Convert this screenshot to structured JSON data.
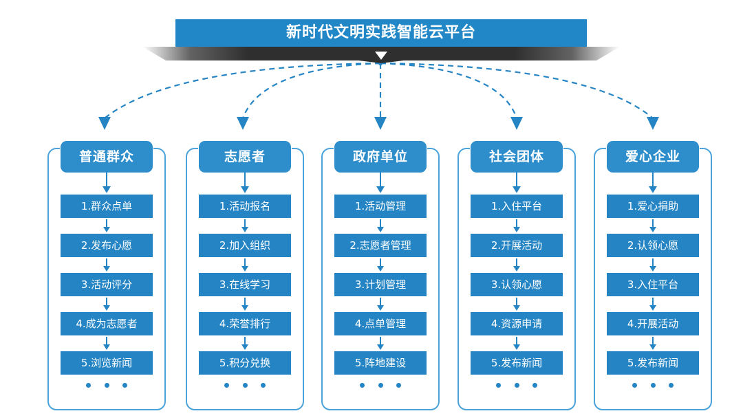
{
  "banner": {
    "title": "新时代文明实践智能云平台"
  },
  "colors": {
    "banner_blue": "#2287c6",
    "header_blue": "#2e8ecb",
    "step_blue": "#2585c4",
    "frame_blue": "#4aa3da",
    "shadow_dark": "#2f2f2f",
    "background": "#ffffff"
  },
  "columns": [
    {
      "id": "public",
      "header": "普通群众",
      "steps": [
        "1.群众点单",
        "2.发布心愿",
        "3.活动评分",
        "4.成为志愿者",
        "5.浏览新闻"
      ],
      "more": "..."
    },
    {
      "id": "volunteer",
      "header": "志愿者",
      "steps": [
        "1.活动报名",
        "2.加入组织",
        "3.在线学习",
        "4.荣誉排行",
        "5.积分兑换"
      ],
      "more": "..."
    },
    {
      "id": "government",
      "header": "政府单位",
      "steps": [
        "1.活动管理",
        "2.志愿者管理",
        "3.计划管理",
        "4.点单管理",
        "5.阵地建设"
      ],
      "more": "..."
    },
    {
      "id": "social-group",
      "header": "社会团体",
      "steps": [
        "1.入住平台",
        "2.开展活动",
        "3.认领心愿",
        "4.资源申请",
        "5.发布新闻"
      ],
      "more": "..."
    },
    {
      "id": "enterprise",
      "header": "爱心企业",
      "steps": [
        "1.爱心捐助",
        "2.认领心愿",
        "3.入住平台",
        "4.开展活动",
        "5.发布新闻"
      ],
      "more": "..."
    }
  ]
}
